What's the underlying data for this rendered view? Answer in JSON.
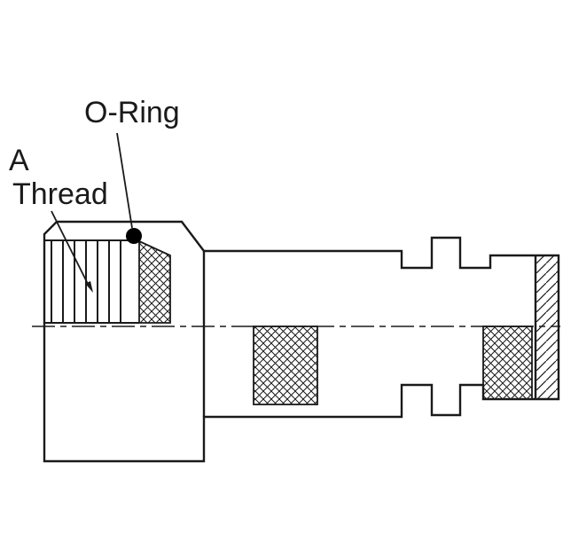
{
  "figure": {
    "labels": {
      "o_ring": "O-Ring",
      "part_ref": "A",
      "thread": "Thread"
    },
    "colors": {
      "line": "#1a1a1a",
      "fill": "#000000",
      "background": "#ffffff"
    }
  }
}
